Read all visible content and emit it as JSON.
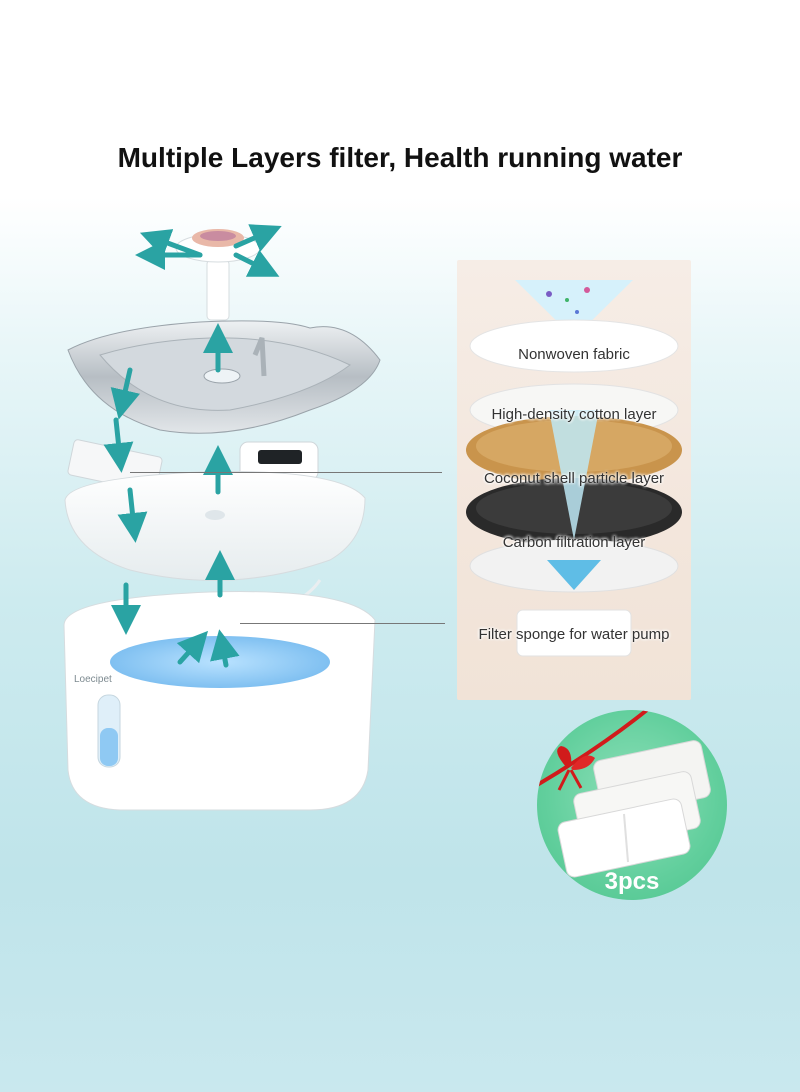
{
  "headline": "Multiple Layers filter, Health running water",
  "brand_on_bowl": "Loecipet",
  "layers": [
    "Nonwoven fabric",
    "High-density cotton layer",
    "Coconut shell particle layer",
    "Carbon filtration layer",
    "Filter sponge for water pump"
  ],
  "quantity_label": "3pcs",
  "colors": {
    "arrow": "#2aa3a3",
    "bowl_water": "#7fc4f2",
    "coconut": "#c9944c",
    "carbon": "#2a2a2a",
    "gift_circle": "#5fcf9b",
    "ribbon": "#d11b1b"
  }
}
